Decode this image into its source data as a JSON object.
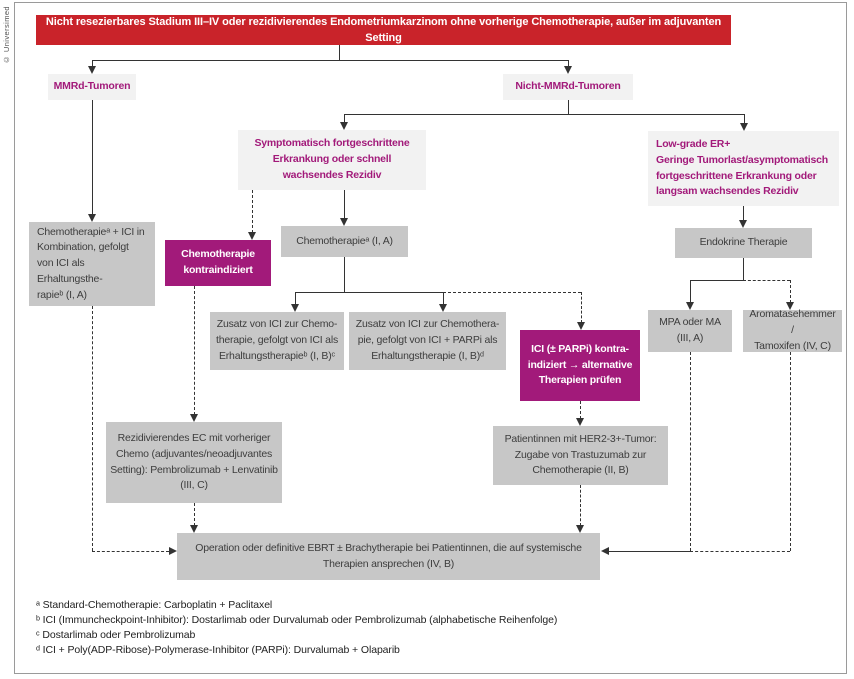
{
  "meta": {
    "copyright": "© Universimed"
  },
  "colors": {
    "red": "#c9232a",
    "magenta": "#a21a7a",
    "box-gray": "#c7c7c7",
    "box-light": "#f2f2f2",
    "line": "#333333",
    "text": "#3d3d3d"
  },
  "title": "Nicht resezierbares Stadium III–IV oder rezidivierendes Endometriumkarzinom ohne vorherige Chemotherapie, außer im adjuvanten Setting",
  "branches": {
    "mmrd": "MMRd-Tumoren",
    "nicht_mmrd": "Nicht-MMRd-Tumoren",
    "symptomatisch": "Symptomatisch fortgeschrittene\nErkrankung oder schnell\nwachsendes Rezidiv",
    "low_grade": "Low-grade ER+\nGeringe Tumorlast/asymptomatisch\nfortgeschrittene Erkrankung oder\nlangsam wachsendes Rezidiv"
  },
  "nodes": {
    "chemo_ici_kombination": "Chemotherapieᵃ + ICI in\nKombination, gefolgt\nvon ICI als Erhaltungsthe-\nrapieᵇ (I, A)",
    "chemo_kontraindiziert": "Chemotherapie\nkontraindiziert",
    "chemotherapie": "Chemotherapieᵃ (I, A)",
    "zusatz_ici": "Zusatz von ICI zur Chemo-\ntherapie, gefolgt von ICI als\nErhaltungstherapieᵇ (I, B)ᶜ",
    "zusatz_ici_parpi": "Zusatz von ICI zur Chemothera-\npie, gefolgt von ICI + PARPi als\nErhaltungstherapie (I, B)ᵈ",
    "ici_kontraindiziert": "ICI (± PARPi) kontra-\nindiziert → alternative\nTherapien prüfen",
    "rezidivierendes_ec": "Rezidivierendes EC mit vorheriger\nChemo (adjuvantes/neoadjuvantes\nSetting): Pembrolizumab + Lenvatinib\n(III, C)",
    "her2": "Patientinnen mit HER2-3+-Tumor:\nZugabe von Trastuzumab zur\nChemotherapie (II, B)",
    "endokrine_therapie": "Endokrine Therapie",
    "mpa": "MPA oder MA\n(III, A)",
    "aromatase": "Aromatasehemmer /\nTamoxifen (IV, C)",
    "operation": "Operation oder definitive EBRT ± Brachytherapie bei Patientinnen, die auf systemische\nTherapien ansprechen (IV, B)"
  },
  "footnotes": [
    "ᵃ Standard-Chemotherapie: Carboplatin + Paclitaxel",
    "ᵇ ICI (Immuncheckpoint-Inhibitor): Dostarlimab oder Durvalumab oder Pembrolizumab (alphabetische Reihenfolge)",
    "ᶜ Dostarlimab oder Pembrolizumab",
    "ᵈ ICI + Poly(ADP-Ribose)-Polymerase-Inhibitor (PARPi): Durvalumab + Olaparib"
  ]
}
